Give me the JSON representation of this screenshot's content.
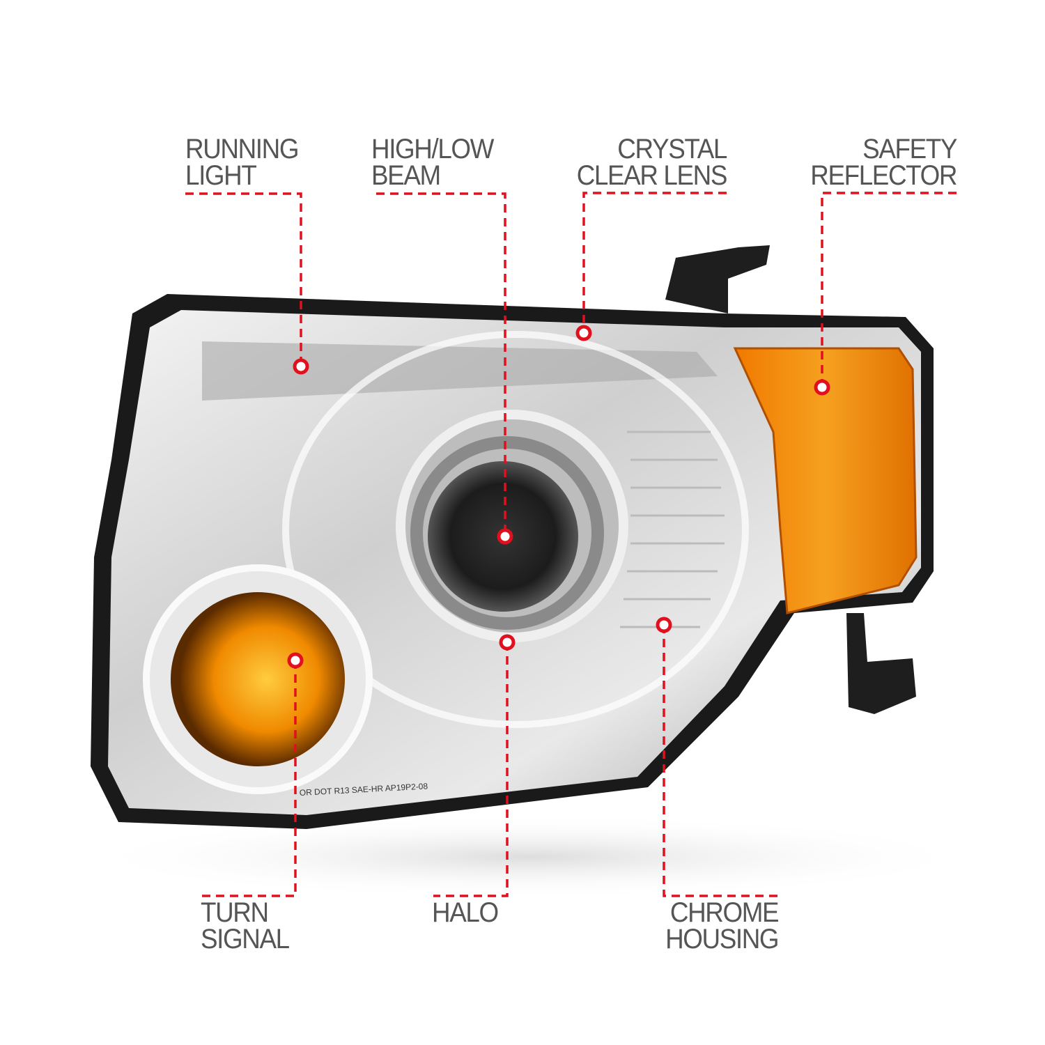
{
  "callouts": [
    {
      "id": "running-light",
      "lines": [
        "RUNNING",
        "LIGHT"
      ]
    },
    {
      "id": "high-low-beam",
      "lines": [
        "HIGH/LOW",
        "BEAM"
      ]
    },
    {
      "id": "crystal-clear-lens",
      "lines": [
        "CRYSTAL",
        "CLEAR LENS"
      ]
    },
    {
      "id": "safety-reflector",
      "lines": [
        "SAFETY",
        "REFLECTOR"
      ]
    },
    {
      "id": "turn-signal",
      "lines": [
        "TURN",
        "SIGNAL"
      ]
    },
    {
      "id": "halo",
      "lines": [
        "HALO"
      ]
    },
    {
      "id": "chrome-housing",
      "lines": [
        "CHROME",
        "HOUSING"
      ]
    }
  ],
  "lens_marking": "OR DOT R13   SAE-HR AP19P2-08",
  "colors": {
    "label": "#555555",
    "leader": "#e0101e",
    "amber": "#f08a00",
    "frame": "#1a1a1a",
    "chrome": "#c8c8c8"
  }
}
